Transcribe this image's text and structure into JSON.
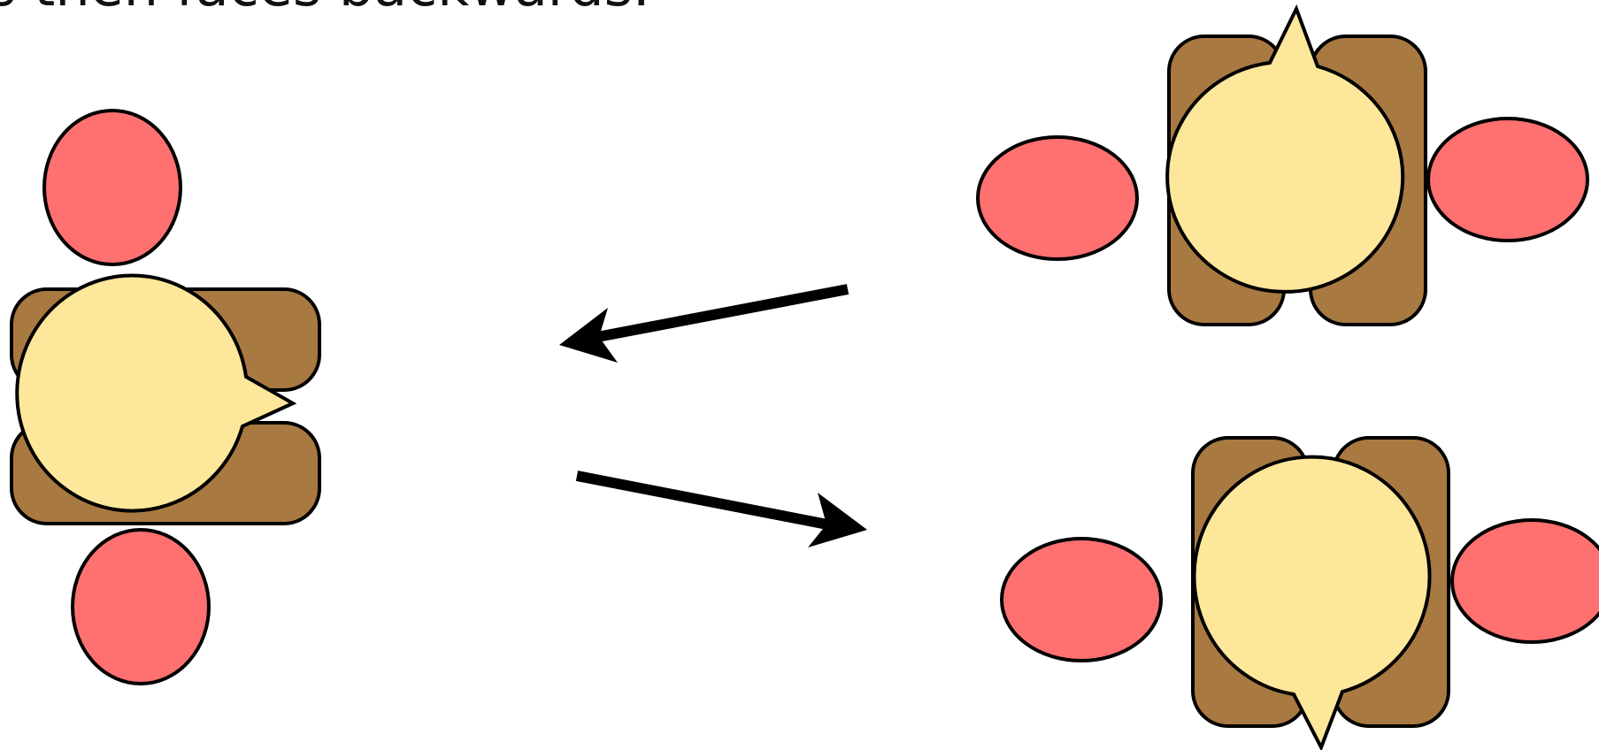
{
  "caption": "s then faces backwards.",
  "colors": {
    "hand": "#ff7070",
    "head": "#fde79a",
    "foot": "#a87941",
    "outline": "#000000",
    "arrow": "#000000",
    "background": "#ffffff"
  },
  "figures": [
    {
      "name": "start-figure",
      "facing": "right"
    },
    {
      "name": "figure-facing-forward",
      "facing": "up"
    },
    {
      "name": "figure-facing-backward",
      "facing": "down"
    }
  ],
  "arrows": [
    {
      "name": "arrow-to-start",
      "direction": "left"
    },
    {
      "name": "arrow-to-backward",
      "direction": "right"
    }
  ]
}
